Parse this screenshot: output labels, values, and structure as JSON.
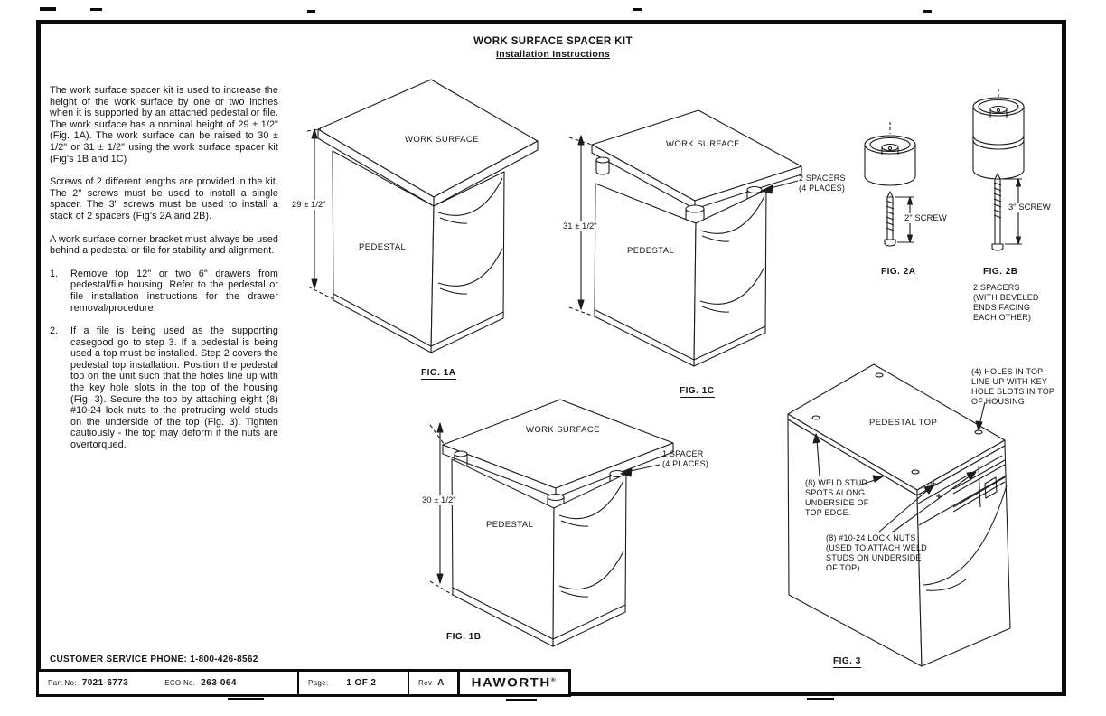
{
  "header": {
    "title": "WORK SURFACE SPACER KIT",
    "subtitle": "Installation Instructions"
  },
  "intro": {
    "p1": "The work surface spacer kit is used to increase the height of the work surface by one or two inches when it is supported by an attached pedestal or file. The work surface has a nominal height of 29 ± 1/2\" (Fig. 1A). The work surface can be raised to 30 ± 1/2\" or 31 ± 1/2\" using the work surface spacer kit (Fig's 1B and 1C)",
    "p2": "Screws of 2 different lengths are provided in the kit. The 2\" screws must be used to install a single spacer. The 3\" screws must be used to install a stack of 2 spacers (Fig's 2A and 2B).",
    "p3": "A work surface corner bracket must always be used behind a pedestal or file for stability and alignment."
  },
  "steps": [
    {
      "num": "1.",
      "text": "Remove top 12\" or two 6\" drawers from pedestal/file housing. Refer to the pedestal or file installation instructions for the drawer removal/procedure."
    },
    {
      "num": "2.",
      "text": "If a file is being used as the supporting casegood go to step 3. If a pedestal is being used a top must be installed. Step 2 covers the pedestal top installation. Position the pedestal top on the unit such that the holes line up with the key hole slots in the top of the housing (Fig. 3). Secure the top by attaching eight (8) #10-24 lock nuts to the protruding weld studs on the underside of the top (Fig. 3). Tighten cautiously - the top may deform if the nuts are overtorqued."
    }
  ],
  "fig1a": {
    "caption": "FIG. 1A",
    "surface": "WORK SURFACE",
    "pedestal": "PEDESTAL",
    "dim": "29 ± 1/2\""
  },
  "fig1c": {
    "caption": "FIG. 1C",
    "surface": "WORK SURFACE",
    "pedestal": "PEDESTAL",
    "dim": "31 ± 1/2\"",
    "callout": "2 SPACERS\n(4 PLACES)"
  },
  "fig1b": {
    "caption": "FIG. 1B",
    "surface": "WORK SURFACE",
    "pedestal": "PEDESTAL",
    "dim": "30 ± 1/2\"",
    "callout": "1 SPACER\n(4 PLACES)"
  },
  "fig2a": {
    "caption": "FIG. 2A",
    "screw": "2\" SCREW"
  },
  "fig2b": {
    "caption": "FIG. 2B",
    "screw": "3\" SCREW",
    "note": "2 SPACERS\n(WITH BEVELED\nENDS FACING\nEACH OTHER)"
  },
  "fig3": {
    "caption": "FIG. 3",
    "top_label": "PEDESTAL TOP",
    "callout_holes": "(4) HOLES IN TOP\nLINE UP WITH KEY\nHOLE SLOTS IN TOP\nOF HOUSING",
    "callout_weld": "(8) WELD STUD\nSPOTS ALONG\nUNDERSIDE OF\nTOP EDGE.",
    "callout_nuts": "(8) #10-24 LOCK NUTS\n(USED TO ATTACH WELD\nSTUDS ON UNDERSIDE\nOF TOP)"
  },
  "footer": {
    "phone": "CUSTOMER SERVICE PHONE: 1-800-426-8562",
    "part_label": "Part No:",
    "part_value": "7021-6773",
    "eco_label": "ECO No.",
    "eco_value": "263-064",
    "page_label": "Page:",
    "page_value": "1 OF 2",
    "rev_label": "Rev",
    "rev_value": "A",
    "brand": "HAWORTH",
    "brand_mark": "®"
  }
}
